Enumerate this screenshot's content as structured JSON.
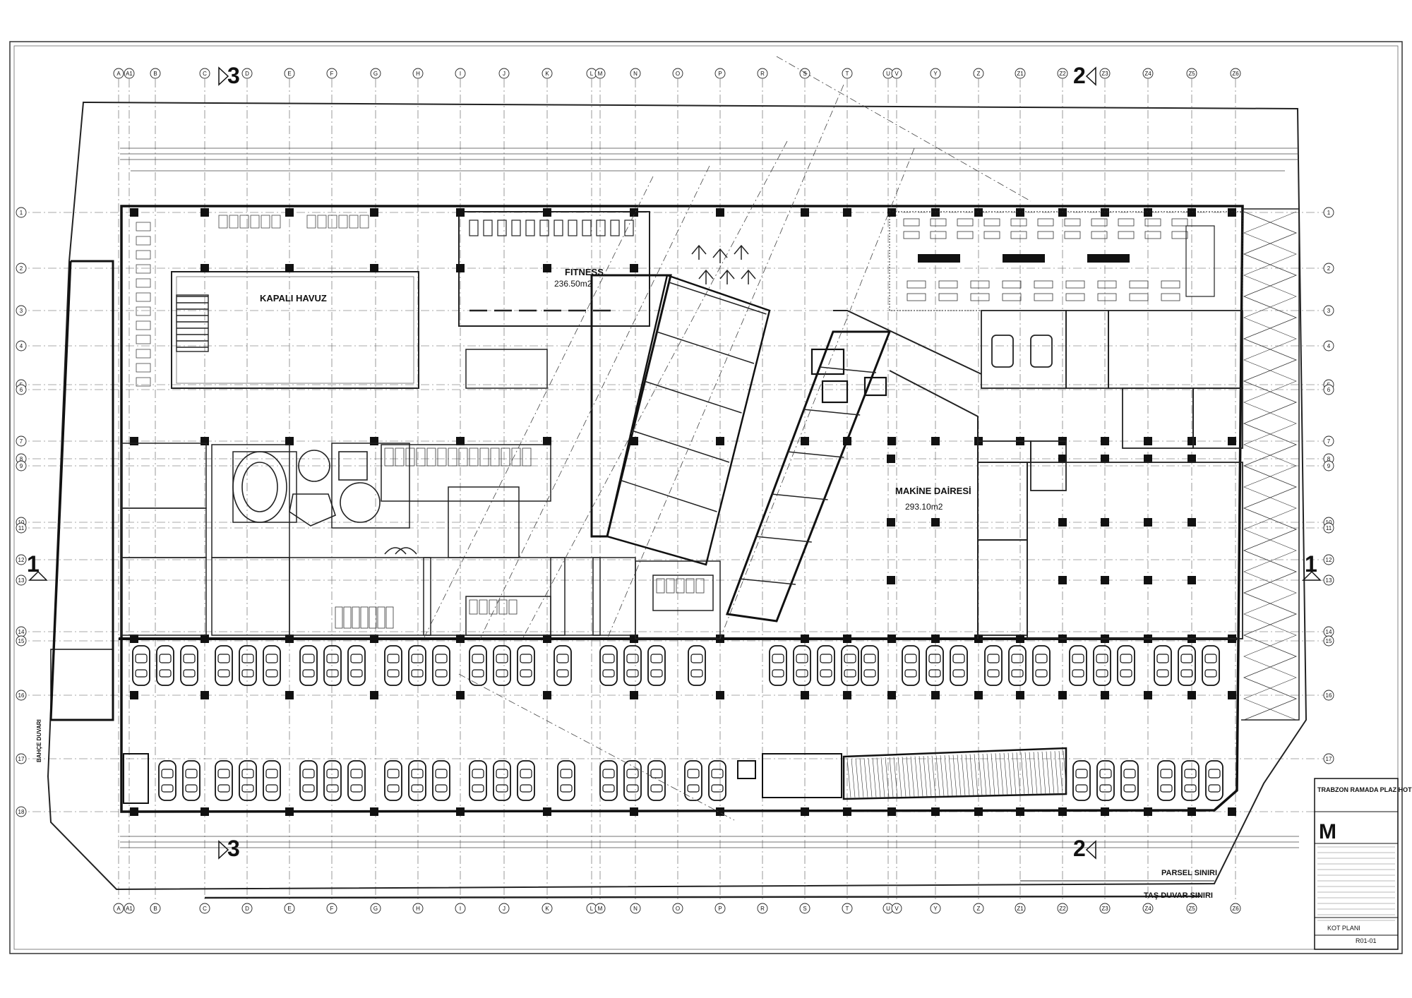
{
  "grid": {
    "columns": [
      "A",
      "A1",
      "B",
      "C",
      "D",
      "E",
      "F",
      "G",
      "H",
      "I",
      "J",
      "K",
      "L",
      "M",
      "N",
      "O",
      "P",
      "R",
      "S",
      "T",
      "U",
      "V",
      "Y",
      "Z",
      "Z1",
      "Z2",
      "Z3",
      "Z4",
      "Z5",
      "Z6"
    ],
    "rows": [
      "1",
      "2",
      "3",
      "4",
      "5",
      "6",
      "7",
      "8",
      "9",
      "10",
      "11",
      "12",
      "13",
      "14",
      "15",
      "16",
      "17",
      "18"
    ]
  },
  "sections": {
    "one": "1",
    "two": "2",
    "three": "3"
  },
  "rooms": {
    "pool": {
      "name": "KAPALI HAVUZ"
    },
    "fitness": {
      "name": "FITNESS",
      "area": "236.50m2"
    },
    "machine": {
      "name": "MAKİNE DAİRESİ",
      "area": "293.10m2"
    }
  },
  "labels": {
    "parcel": "PARSEL SINIRI",
    "wall": "TAŞ DUVAR SINIRI",
    "side": "BAHÇE DUVARI"
  },
  "title_block": {
    "project": "TRABZON RAMADA PLAZ HOTEL & SPA",
    "logo": "M",
    "sheet": "KOT PLANI",
    "number": "R01-01"
  }
}
